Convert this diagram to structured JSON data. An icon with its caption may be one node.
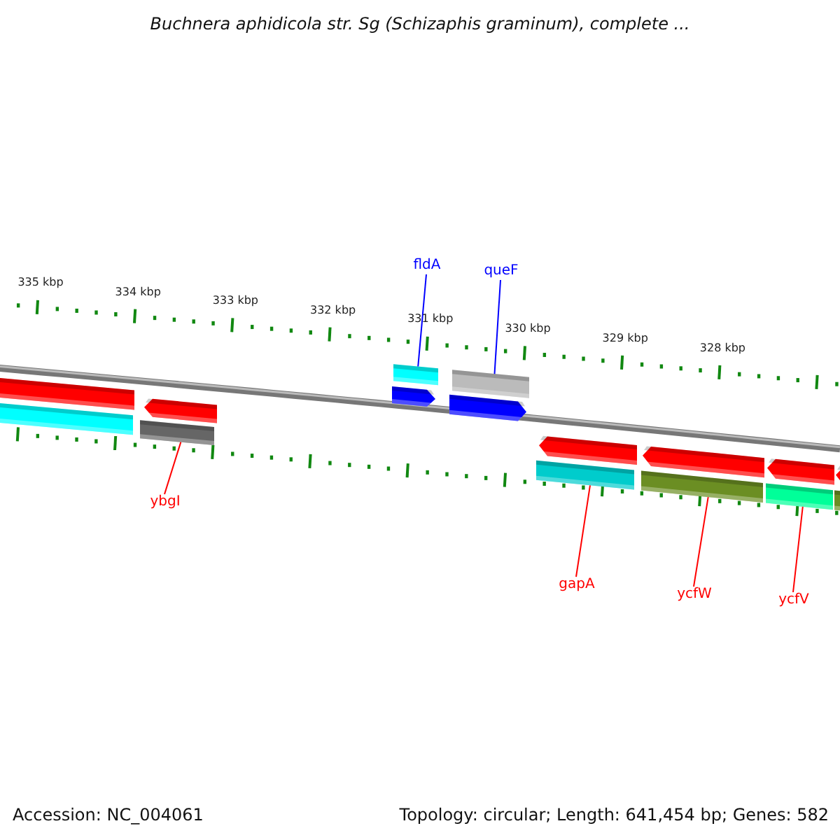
{
  "diagram": {
    "title": "Buchnera aphidicola str. Sg (Schizaphis graminum), complete ...",
    "nodes": [
      {
        "text": [
          "fldA"
        ]
      },
      {
        "text": [
          "queF"
        ]
      },
      {
        "text": [
          "ybgI"
        ]
      },
      {
        "text": [
          "gapA"
        ]
      },
      {
        "text": [
          "ycfW"
        ]
      },
      {
        "text": [
          "ycfV"
        ]
      },
      {
        "text": [],
        "shape": "bar"
      },
      {
        "text": [],
        "shape": "bar"
      },
      {
        "text": [],
        "shape": "arrow"
      },
      {
        "text": [],
        "shape": "bar"
      },
      {
        "text": [],
        "shape": "arrow"
      },
      {
        "text": [],
        "shape": "bar"
      },
      {
        "text": [],
        "shape": "arrow"
      },
      {
        "text": [],
        "shape": "bar"
      },
      {
        "text": [],
        "shape": "arrow"
      },
      {
        "text": [],
        "shape": "bar"
      },
      {
        "text": [],
        "shape": "arrow"
      },
      {
        "text": [],
        "shape": "bar"
      },
      {
        "text": [],
        "shape": "arrow"
      },
      {
        "text": [],
        "shape": "bar"
      },
      {
        "text": [],
        "shape": "arrow"
      },
      {
        "text": [],
        "shape": "bar"
      }
    ],
    "edges": [
      {
        "from": 0,
        "to": 11,
        "arrow": "none",
        "color": "#0000ff"
      },
      {
        "from": 1,
        "to": 13,
        "arrow": "none",
        "color": "#0000ff"
      },
      {
        "from": 2,
        "to": 9,
        "arrow": "none"
      },
      {
        "from": 3,
        "to": 15,
        "arrow": "none"
      },
      {
        "from": 4,
        "to": 17,
        "arrow": "none"
      },
      {
        "from": 5,
        "to": 19,
        "arrow": "none"
      }
    ],
    "labels": [
      "335 kbp",
      "334 kbp",
      "333 kbp",
      "332 kbp",
      "331 kbp",
      "330 kbp",
      "329 kbp",
      "328 kbp",
      "Accession: NC_004061",
      "Topology: circular; Length: 641,454 bp; Genes: 582"
    ]
  }
}
